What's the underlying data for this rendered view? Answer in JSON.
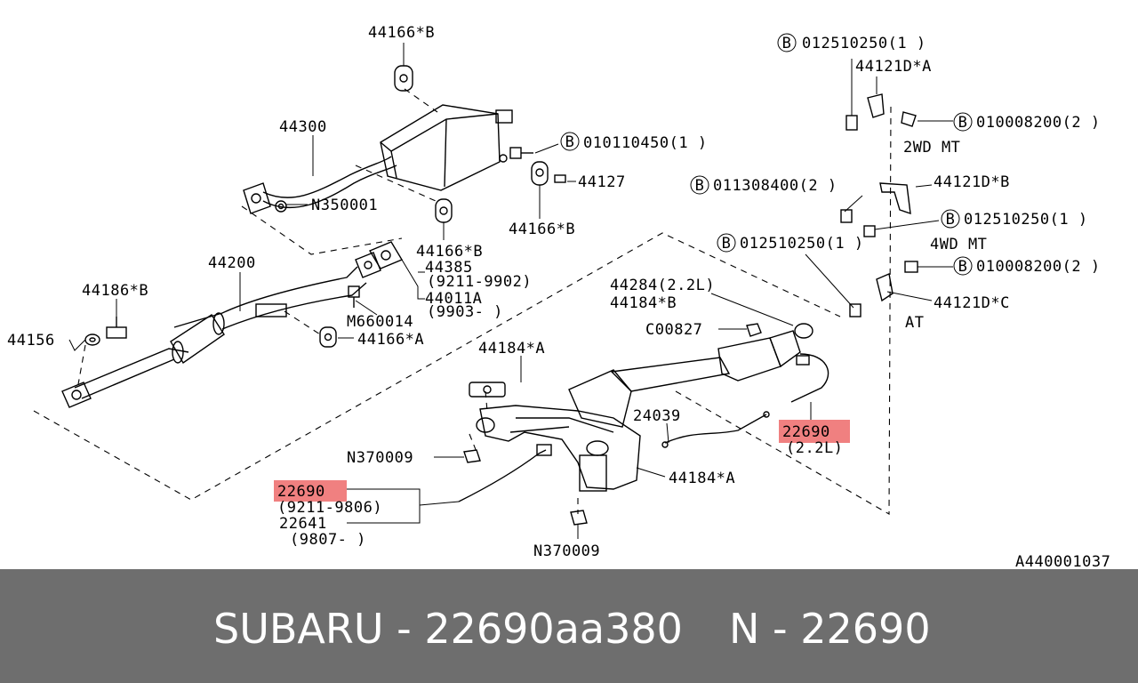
{
  "diagram": {
    "labels": {
      "l44166b_top": "44166*B",
      "l44300": "44300",
      "lN350001": "N350001",
      "l44166b_mid": "44166*B",
      "l44166b_right": "44166*B",
      "l44127": "44127",
      "lb010110450": "010110450(1 )",
      "l44200": "44200",
      "l44385": "44385",
      "l9211_9902": "(9211-9902)",
      "l44011a": "44011A",
      "l9903": "(9903-    )",
      "lM660014": "M660014",
      "l44166a": "44166*A",
      "l44186b": "44186*B",
      "l44156": "44156",
      "lb012510250_top": "012510250(1 )",
      "l44121da": "44121D*A",
      "lb010008200_top": "010008200(2 )",
      "l2wdmt": "2WD MT",
      "lb011308400": "011308400(2 )",
      "l44121db": "44121D*B",
      "lb012510250_mid": "012510250(1 )",
      "l4wdmt": "4WD MT",
      "lb012510250_left": "012510250(1 )",
      "lb010008200_bot": "010008200(2 )",
      "l44121dc": "44121D*C",
      "lat": "AT",
      "l44284": "44284(2.2L)",
      "l44184b": "44184*B",
      "lc00827": "C00827",
      "l44184a_top": "44184*A",
      "l24039": "24039",
      "l22690_right": "22690",
      "l22l": "(2.2L)",
      "lN370009_left": "N370009",
      "l44184a_bot": "44184*A",
      "l22690_left": "22690",
      "l9211_9806": "(9211-9806)",
      "l22641": "22641",
      "l9807": "(9807-    )",
      "lN370009_bot": "N370009",
      "ldiagram_id": "A440001037"
    },
    "bolt_marker": "B",
    "highlight_color": "#f08080"
  },
  "footer": {
    "title": "SUBARU - 22690aa380",
    "part": "N - 22690",
    "background": "#6e6e6e"
  }
}
